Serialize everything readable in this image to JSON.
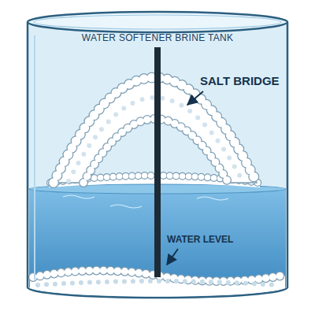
{
  "diagram": {
    "title": "WATER SOFTENER BRINE TANK",
    "labels": [
      "SALT BRIDGE",
      "WATER LEVEL"
    ]
  }
}
